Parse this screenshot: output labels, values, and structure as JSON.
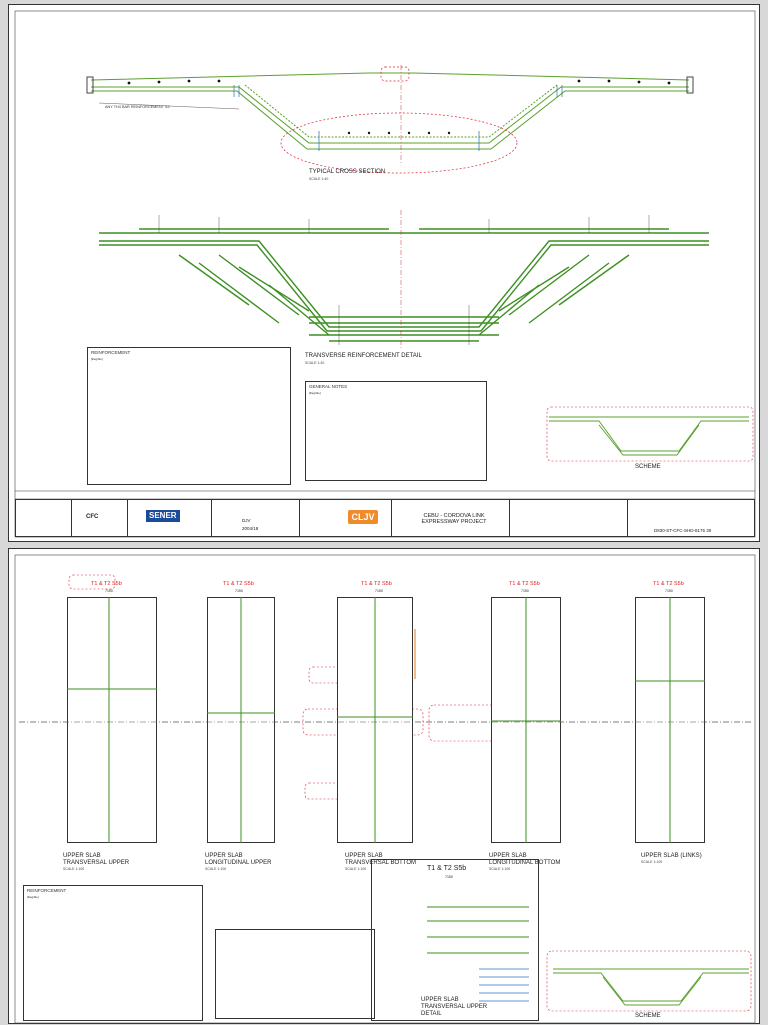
{
  "sheet1": {
    "cross_section": {
      "title": "TYPICAL CROSS SECTION",
      "scale": "SCALE 1:40"
    },
    "reinforcement_detail": {
      "title": "TRANSVERSE REINFORCEMENT DETAIL",
      "scale": "SCALE 1:40"
    },
    "scheme": {
      "title": "SCHEME"
    },
    "callout": "ANY TH4 BAR REINFORCEMENT S2",
    "notes": {
      "title": "REINFORCEMENT",
      "body": "[illegible]"
    },
    "general_notes": {
      "title": "GENERAL NOTES",
      "body": "[illegible]"
    },
    "title_block": {
      "client": "CFC",
      "consultant": "SENER",
      "contractor": "CLJV",
      "project": "CEBU - CORDOVA LINK EXPRESSWAY PROJECT",
      "author": "DJV",
      "date": "2004/18",
      "drawing_no": "D830-ST-CFC-SHD-8176 30"
    }
  },
  "sheet2": {
    "panels": [
      {
        "head": "T1 & T2 S5b",
        "dim": "7150",
        "title1": "UPPER SLAB",
        "title2": "TRANSVERSAL UPPER",
        "scale": "SCALE 1:100"
      },
      {
        "head": "T1 & T2 S5b",
        "dim": "7150",
        "title1": "UPPER SLAB",
        "title2": "LONGITUDINAL UPPER",
        "scale": "SCALE 1:100"
      },
      {
        "head": "T1 & T2 S5b",
        "dim": "7150",
        "title1": "UPPER SLAB",
        "title2": "TRANSVERSAL BOTTOM",
        "scale": "SCALE 1:100"
      },
      {
        "head": "T1 & T2 S5b",
        "dim": "7150",
        "title1": "UPPER SLAB",
        "title2": "LONGITUDINAL BOTTOM",
        "scale": "SCALE 1:100"
      },
      {
        "head": "T1 & T2 S5b",
        "dim": "7150",
        "title1": "UPPER SLAB (LINKS)",
        "title2": "",
        "scale": "SCALE 1:100"
      }
    ],
    "detail": {
      "head": "T1 & T2 S5b",
      "dim": "7150",
      "title1": "UPPER SLAB",
      "title2": "TRANSVERSAL UPPER",
      "title3": "DETAIL"
    },
    "scheme": {
      "title": "SCHEME"
    },
    "notes": {
      "title": "REINFORCEMENT",
      "body": "[illegible]"
    }
  }
}
